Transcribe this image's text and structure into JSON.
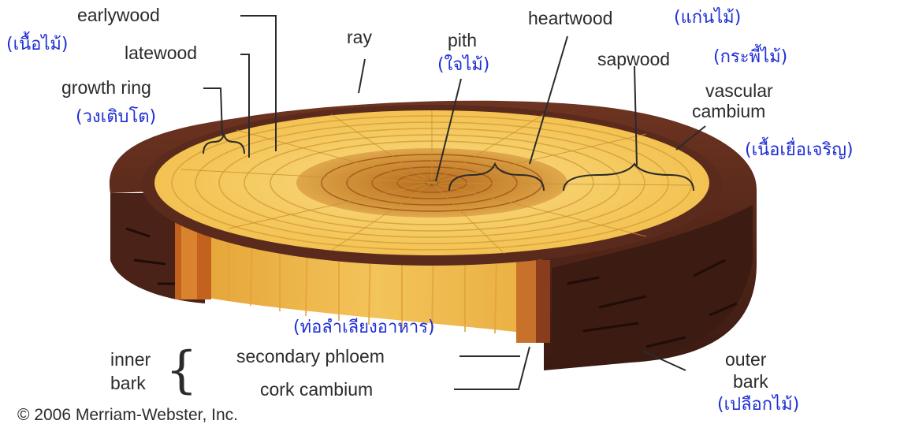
{
  "labels": {
    "earlywood": "earlywood",
    "latewood": "latewood",
    "growth_ring": "growth ring",
    "ray": "ray",
    "pith": "pith",
    "heartwood": "heartwood",
    "sapwood": "sapwood",
    "vascular_cambium_line1": "vascular",
    "vascular_cambium_line2": "cambium",
    "inner_bark_line1": "inner",
    "inner_bark_line2": "bark",
    "secondary_phloem": "secondary phloem",
    "cork_cambium": "cork cambium",
    "outer_bark_line1": "outer",
    "outer_bark_line2": "bark",
    "copyright": "© 2006  Merriam-Webster, Inc."
  },
  "thai_labels": {
    "wood": "(เนื้อไม้)",
    "growth_ring": "(วงเติบโต)",
    "pith": "(ใจไม้)",
    "heartwood": "(แก่นไม้)",
    "sapwood": "(กระพี้ไม้)",
    "vascular_cambium": "(เนื้อเยื่อเจริญ)",
    "secondary_phloem": "(ท่อลำเลียงอาหาร)",
    "outer_bark": "(เปลือกไม้)"
  },
  "colors": {
    "text": "#2b2b2b",
    "thai_text": "#1f2fd6",
    "sapwood": "#f4c75a",
    "heartwood": "#c9852b",
    "bark": "#5a2a1c"
  }
}
